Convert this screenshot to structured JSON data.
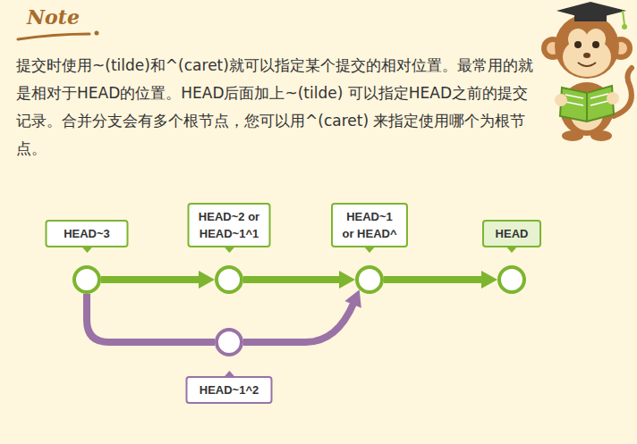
{
  "diagram": {
    "title": "Note",
    "nodes": [
      {
        "text": [
          "HEAD~3"
        ]
      },
      {
        "text": [
          "HEAD~2 or HEAD~1^1"
        ]
      },
      {
        "text": [
          "HEAD~1 or HEAD^"
        ]
      },
      {
        "text": [
          "HEAD"
        ]
      },
      {
        "text": [
          "HEAD~1^2"
        ]
      }
    ],
    "edges": [
      {
        "from": 0,
        "to": 1,
        "arrow": "to"
      },
      {
        "from": 1,
        "to": 2,
        "arrow": "to"
      },
      {
        "from": 2,
        "to": 3,
        "arrow": "to"
      },
      {
        "from": 0,
        "to": 4,
        "arrow": "none"
      },
      {
        "from": 4,
        "to": 2,
        "arrow": "to"
      }
    ],
    "labels": [
      "提交时使用~(tilde)和^(caret)就可以指定某个提交的相对位置。最常用的就是相对于HEAD的位置。HEAD后面加上~(tilde) 可以指定HEAD之前的提交记录。合并分支会有多个根节点，您可以用^(caret) 来指定使用哪个为根节点。"
    ]
  }
}
